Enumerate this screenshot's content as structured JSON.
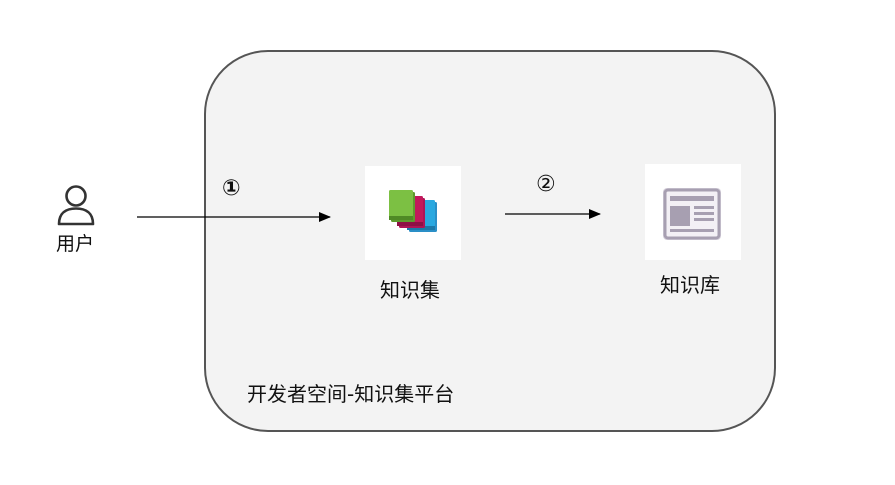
{
  "user": {
    "label": "用户",
    "icon": "user-icon"
  },
  "steps": {
    "step_1": "①",
    "step_2": "②"
  },
  "knowledge_collection": {
    "label": "知识集",
    "icon": "books-icon"
  },
  "knowledge_library": {
    "label": "知识库",
    "icon": "document-icon"
  },
  "platform": {
    "label": "开发者空间-知识集平台"
  },
  "colors": {
    "box_fill": "#f3f3f3",
    "box_border": "#555555",
    "arrow": "#000000",
    "book_green": "#7cc043",
    "book_magenta": "#c2185b",
    "book_blue": "#29a8e0",
    "doc_gray": "#a79fb1"
  }
}
